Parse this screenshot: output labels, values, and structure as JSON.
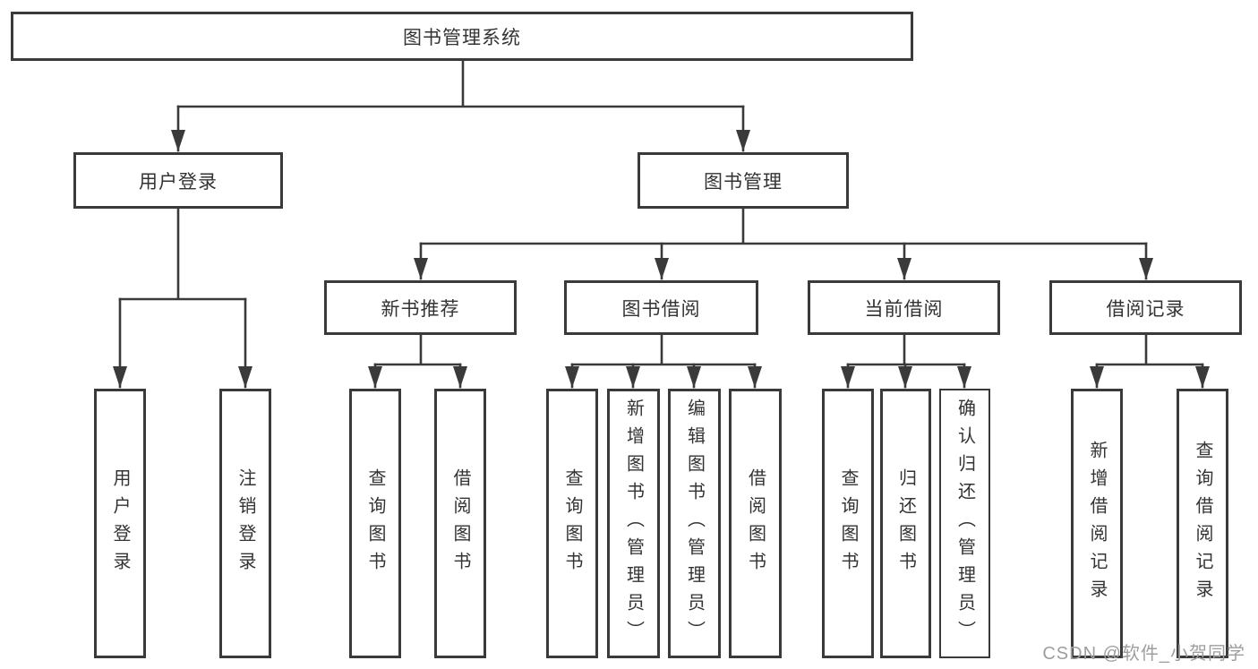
{
  "tree": {
    "root": "图书管理系统",
    "level2": [
      "用户登录",
      "图书管理"
    ],
    "level3": [
      "新书推荐",
      "图书借阅",
      "当前借阅",
      "借阅记录"
    ],
    "user_login_children": [
      "用户登录",
      "注销登录"
    ],
    "new_books_children": [
      "查询图书",
      "借阅图书"
    ],
    "book_borrow_children": [
      "查询图书",
      "新增图书（管理员）",
      "编辑图书（管理员）",
      "借阅图书"
    ],
    "current_borrow_children": [
      "查询图书",
      "归还图书",
      "确认归还（管理员）"
    ],
    "borrow_records_children": [
      "新增借阅记录",
      "查询借阅记录"
    ]
  },
  "watermark": "CSDN @软件_小贺同学",
  "colors": {
    "line": "#3a3a3a",
    "text": "#333333",
    "watermark": "#9e9e9e",
    "background": "#ffffff"
  }
}
